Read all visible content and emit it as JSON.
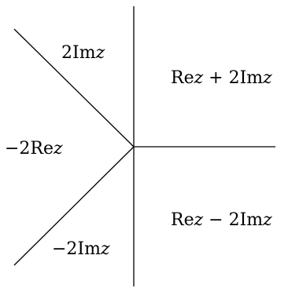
{
  "diagram": {
    "regions": {
      "upper_left": {
        "prefix": "2Im",
        "var": "z",
        "suffix": ""
      },
      "upper_right": {
        "prefix": "Re",
        "var": "z",
        "mid": " + 2Im",
        "var2": "z"
      },
      "left": {
        "prefix": "−2Re",
        "var": "z"
      },
      "lower_right": {
        "prefix": "Re",
        "var": "z",
        "mid": " − 2Im",
        "var2": "z"
      },
      "lower_left": {
        "prefix": "−2Im",
        "var": "z"
      }
    },
    "colors": {
      "ink": "#000000",
      "background": "#ffffff"
    }
  }
}
